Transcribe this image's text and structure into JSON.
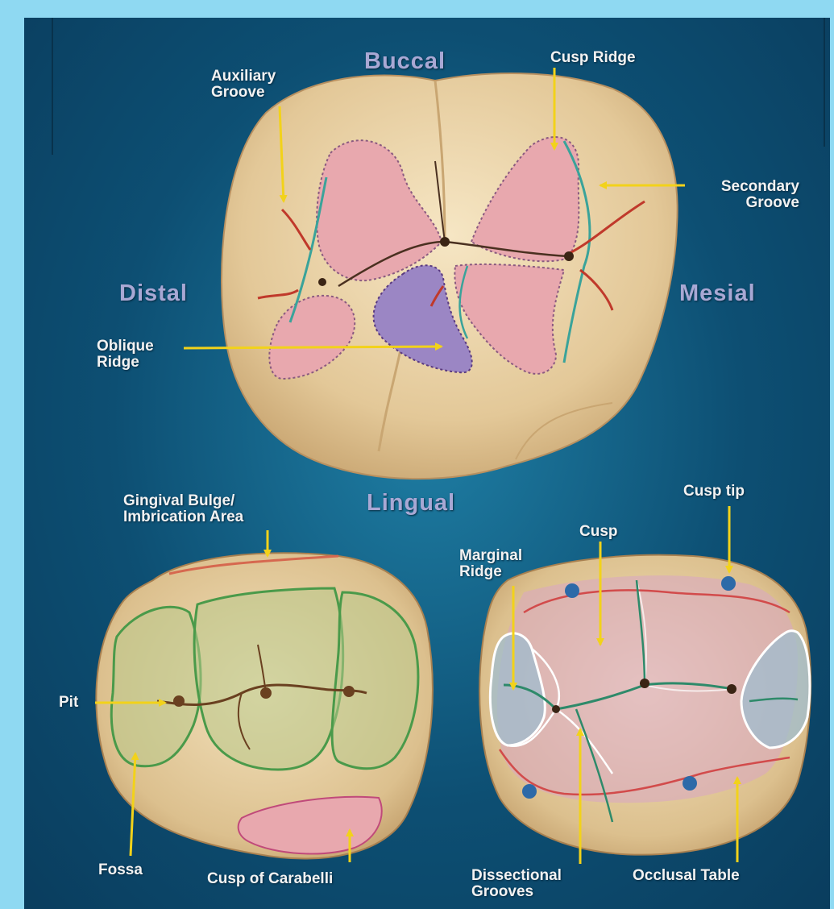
{
  "orientation": {
    "buccal": "Buccal",
    "distal": "Distal",
    "mesial": "Mesial",
    "lingual": "Lingual"
  },
  "labels": {
    "auxiliary_groove": "Auxiliary\nGroove",
    "cusp_ridge": "Cusp Ridge",
    "secondary_groove": "Secondary\nGroove",
    "oblique_ridge": "Oblique\nRidge",
    "gingival_bulge": "Gingival Bulge/\nImbrication Area",
    "pit": "Pit",
    "fossa": "Fossa",
    "cusp_of_carabelli": "Cusp of Carabelli",
    "cusp_tip": "Cusp tip",
    "cusp": "Cusp",
    "marginal_ridge": "Marginal\nRidge",
    "dissectional_grooves": "Dissectional\nGrooves",
    "occlusal_table": "Occlusal Table"
  },
  "colors": {
    "background": "#0d4f73",
    "arrow": "#f2d21a",
    "label_text": "#f2f2f2",
    "orientation_text": "#a9a8d4",
    "tooth_enamel": "#e9d2a4",
    "cusp_fill": "#e8a8ae",
    "oblique_ridge_fill": "#9b86c4",
    "fossa_outline": "#4a9a4a",
    "groove_red": "#c0392b",
    "cusp_tip_dot": "#2d6aa8"
  }
}
